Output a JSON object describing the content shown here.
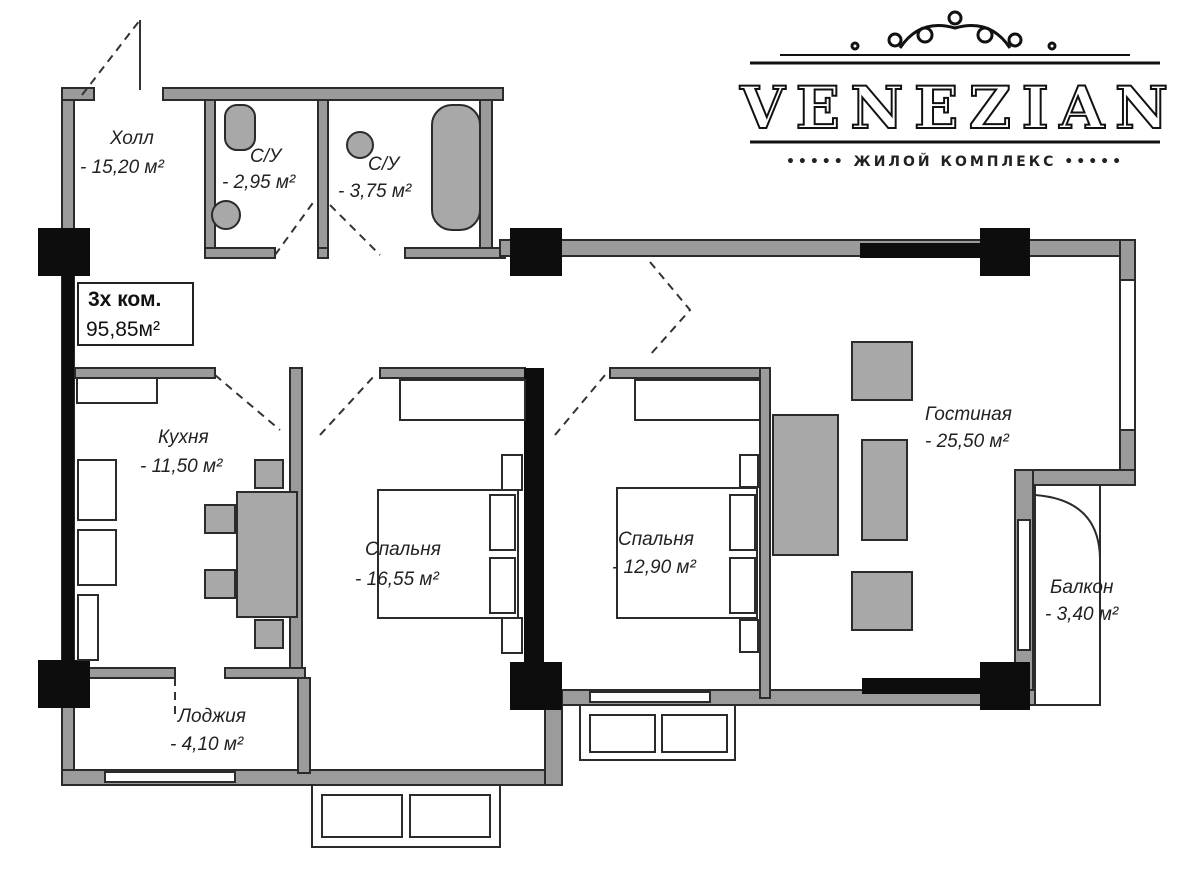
{
  "logo": {
    "name": "VENEZIAN",
    "subtitle": "••••• ЖИЛОЙ КОМПЛЕКС •••••"
  },
  "apartment": {
    "type": "3х ком.",
    "area": "95,85м²"
  },
  "rooms": [
    {
      "name": "Холл",
      "area": "- 15,20 м²"
    },
    {
      "name": "С/У",
      "area": "- 2,95 м²"
    },
    {
      "name": "С/У",
      "area": "- 3,75 м²"
    },
    {
      "name": "Кухня",
      "area": "- 11,50 м²"
    },
    {
      "name": "Спальня",
      "area": "- 16,55 м²"
    },
    {
      "name": "Спальня",
      "area": "- 12,90 м²"
    },
    {
      "name": "Гостиная",
      "area": "- 25,50 м²"
    },
    {
      "name": "Балкон",
      "area": "- 3,40 м²"
    },
    {
      "name": "Лоджия",
      "area": "- 4,10 м²"
    }
  ]
}
